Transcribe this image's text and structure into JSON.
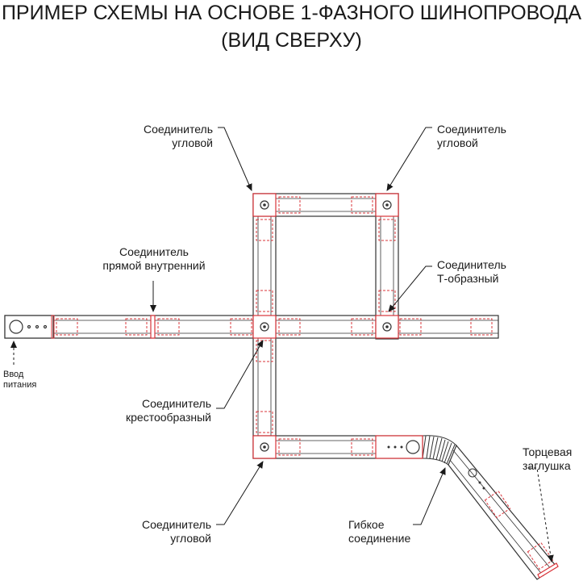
{
  "title": {
    "line1": "ПРИМЕР СХЕМЫ НА ОСНОВЕ 1-ФАЗНОГО ШИНОПРОВОДА",
    "line2": "(ВИД СВЕРХУ)"
  },
  "labels": {
    "corner_top_left": [
      "Соединитель",
      "угловой"
    ],
    "corner_top_right": [
      "Соединитель",
      "угловой"
    ],
    "straight_internal": [
      "Соединитель",
      "прямой внутренний"
    ],
    "t_shaped": [
      "Соединитель",
      "Т-образный"
    ],
    "power_input": [
      "Ввод",
      "питания"
    ],
    "cross": [
      "Соединитель",
      "крестообразный"
    ],
    "corner_bottom": [
      "Соединитель",
      "угловой"
    ],
    "flexible": [
      "Гибкое",
      "соединение"
    ],
    "end_cap": [
      "Торцевая",
      "заглушка"
    ]
  },
  "colors": {
    "line": "#333333",
    "accent": "#d9343a"
  }
}
